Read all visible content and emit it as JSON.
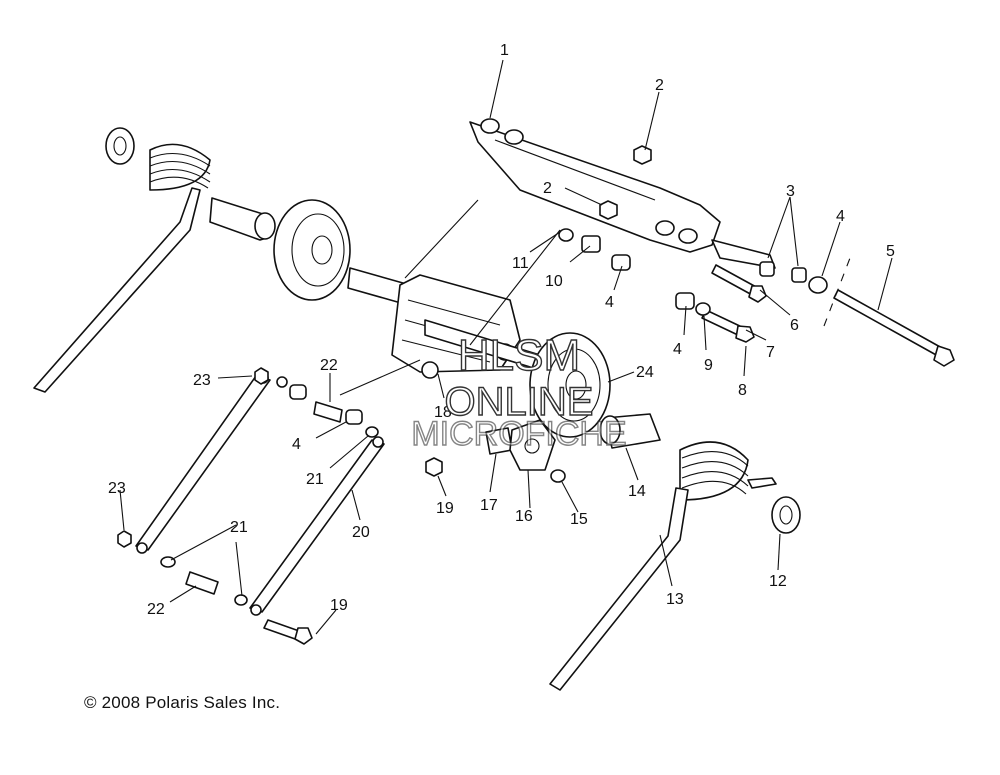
{
  "diagram": {
    "callouts": [
      "1",
      "2",
      "2",
      "3",
      "4",
      "5",
      "11",
      "10",
      "4",
      "6",
      "4",
      "9",
      "7",
      "8",
      "22",
      "23",
      "24",
      "18",
      "4",
      "21",
      "23",
      "21",
      "22",
      "20",
      "19",
      "17",
      "16",
      "15",
      "14",
      "13",
      "12",
      "19"
    ],
    "watermark": [
      "HLSM",
      "ONLINE",
      "MICROFICHE"
    ],
    "copyright": "© 2008 Polaris Sales Inc."
  }
}
